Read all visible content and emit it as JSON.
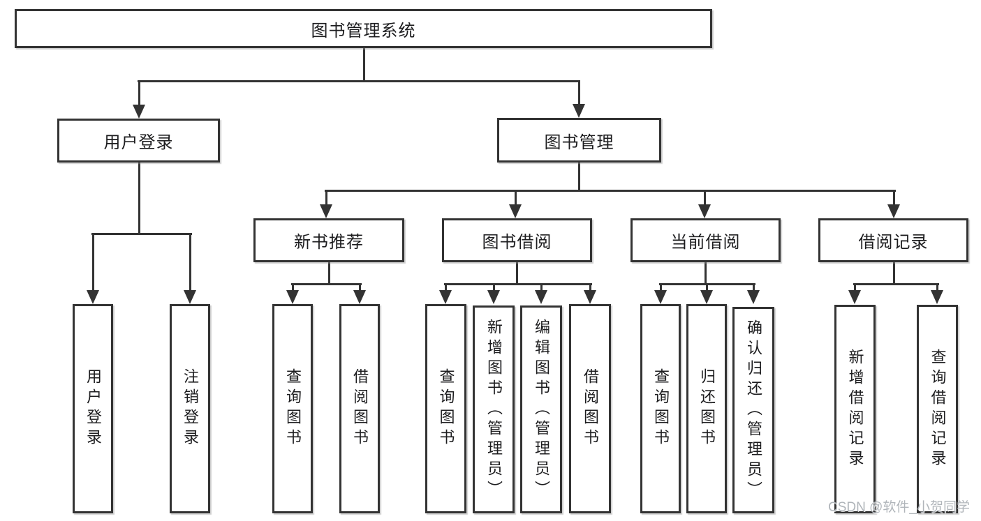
{
  "diagram": {
    "type": "hierarchy-tree",
    "root": {
      "label": "图书管理系统"
    },
    "branches": [
      {
        "label": "用户登录",
        "children": [
          {
            "label": "用户登录"
          },
          {
            "label": "注销登录"
          }
        ]
      },
      {
        "label": "图书管理",
        "children": [
          {
            "label": "新书推荐",
            "children": [
              {
                "label": "查询图书"
              },
              {
                "label": "借阅图书"
              }
            ]
          },
          {
            "label": "图书借阅",
            "children": [
              {
                "label": "查询图书"
              },
              {
                "label": "新增图书（管理员）"
              },
              {
                "label": "编辑图书（管理员）"
              },
              {
                "label": "借阅图书"
              }
            ]
          },
          {
            "label": "当前借阅",
            "children": [
              {
                "label": "查询图书"
              },
              {
                "label": "归还图书"
              },
              {
                "label": "确认归还（管理员）"
              }
            ]
          },
          {
            "label": "借阅记录",
            "children": [
              {
                "label": "新增借阅记录"
              },
              {
                "label": "查询借阅记录"
              }
            ]
          }
        ]
      }
    ],
    "watermark": "CSDN @软件_小贺同学",
    "colors": {
      "line": "#333333",
      "text": "#1d1d1f",
      "background": "#ffffff",
      "watermark": "#b0b5ba"
    }
  }
}
